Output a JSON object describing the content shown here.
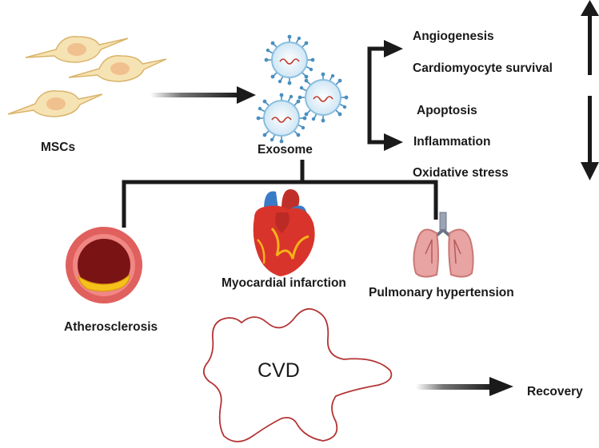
{
  "labels": {
    "mscs": "MSCs",
    "exosome": "Exosome",
    "angiogenesis": "Angiogenesis",
    "cardiomyocyte_survival": "Cardiomyocyte survival",
    "apoptosis": "Apoptosis",
    "inflammation": "Inflammation",
    "oxidative_stress": "Oxidative stress",
    "myocardial_infarction": "Myocardial infarction",
    "pulmonary_hypertension": "Pulmonary hypertension",
    "atherosclerosis": "Atherosclerosis",
    "cvd": "CVD",
    "recovery": "Recovery"
  },
  "colors": {
    "cell_fill": "#f6e3b4",
    "cell_stroke": "#d9b46a",
    "nucleus": "#f0c08e",
    "vesicle_spike": "#4a8fc0",
    "vessel_outer": "#e0605e",
    "vessel_lumen": "#7a1414",
    "plaque": "#f5c11a",
    "heart": "#d8342c",
    "lung": "#e8a4a2",
    "cvd_outline": "#b43434",
    "arrow": "#1a1a1a"
  },
  "icons": [
    "stem-cell-icon",
    "exosome-icon",
    "heart-icon",
    "lung-icon",
    "artery-cross-section-icon",
    "up-arrow-icon",
    "down-arrow-icon"
  ]
}
